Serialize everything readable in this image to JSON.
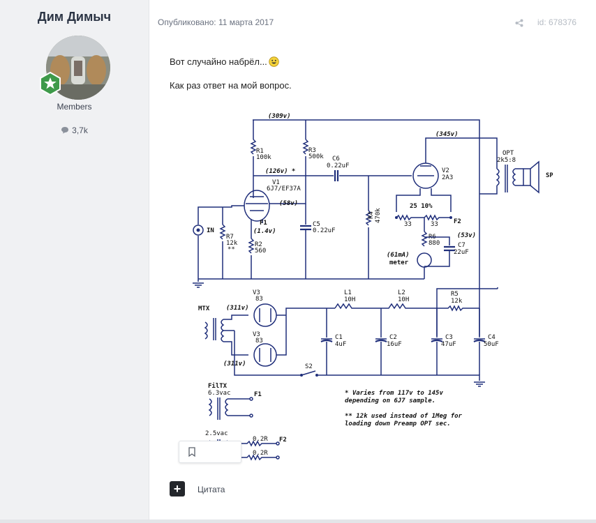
{
  "author": {
    "name": "Дим Димыч",
    "group": "Members",
    "post_count": "3,7k"
  },
  "post": {
    "date_label": "Опубликовано: 11 марта 2017",
    "post_id": "id: 678376",
    "paragraph1": "Вот случайно набрёл...",
    "paragraph2": "Как раз ответ на мой вопрос.",
    "quote_label": "Цитата"
  },
  "schematic": {
    "rail_b_plus": "(309v)",
    "plate_v2": "(345v)",
    "r1": "R1",
    "r1_val": "100k",
    "r3": "R3",
    "r3_val": "500k",
    "c6": "C6",
    "c6_val": "0.22uF",
    "v1_plate": "(126v) *",
    "v1": "V1",
    "v1_type": "6J7/EF37A",
    "screen_v": "(58v)",
    "v2": "V2",
    "v2_type": "2A3",
    "opt": "OPT",
    "opt_ratio": "2k5:8",
    "spkr": "SPKR",
    "pot_label": "25 10%",
    "r33a": "33",
    "r33b": "33",
    "f2": "F2",
    "f1": "F1",
    "cath_v": "(1.4v)",
    "in": "IN",
    "r7": "R7",
    "r7_val": "12k",
    "r7_note": "**",
    "r2": "R2",
    "r2_val": "560",
    "c5": "C5",
    "c5_val": "0.22uF",
    "r4": "R4",
    "r4_val": "470k",
    "v53": "(53v)",
    "r6": "R6",
    "r6_val": "880",
    "c7": "C7",
    "c7_val": "22uF",
    "meter_ma": "(61mA)",
    "meter": "meter",
    "v3a": "V3",
    "v3a_type": "83",
    "v3b": "V3",
    "v3b_type": "83",
    "mtx": "MTX",
    "v311a": "(311v)",
    "v311b": "(311v)",
    "l1": "L1",
    "l1_val": "10H",
    "l2": "L2",
    "l2_val": "10H",
    "r5": "R5",
    "r5_val": "12k",
    "c1": "C1",
    "c1_val": "4uF",
    "c2": "C2",
    "c2_val": "16uF",
    "c3": "C3",
    "c3_val": "47uF",
    "c4": "C4",
    "c4_val": "50uF",
    "s2": "S2",
    "note1a": "* Varies from 117v to 145v",
    "note1b": "depending on 6J7 sample.",
    "note2a": "** 12k used instead of 1Meg for",
    "note2b": "loading down Preamp OPT sec.",
    "filtx": "FilTX",
    "v63": "6.3vac",
    "f1b": "F1",
    "v25": "2.5vac",
    "r02a": "0.2R",
    "r02b": "0.2R",
    "f2b": "F2"
  },
  "colors": {
    "accent_green": "#3e9a4a",
    "wire_blue": "#1f2e7a"
  },
  "icons": [
    "star-icon",
    "comment-icon",
    "share-icon",
    "smile-icon",
    "bookmark-icon",
    "plus-icon"
  ]
}
